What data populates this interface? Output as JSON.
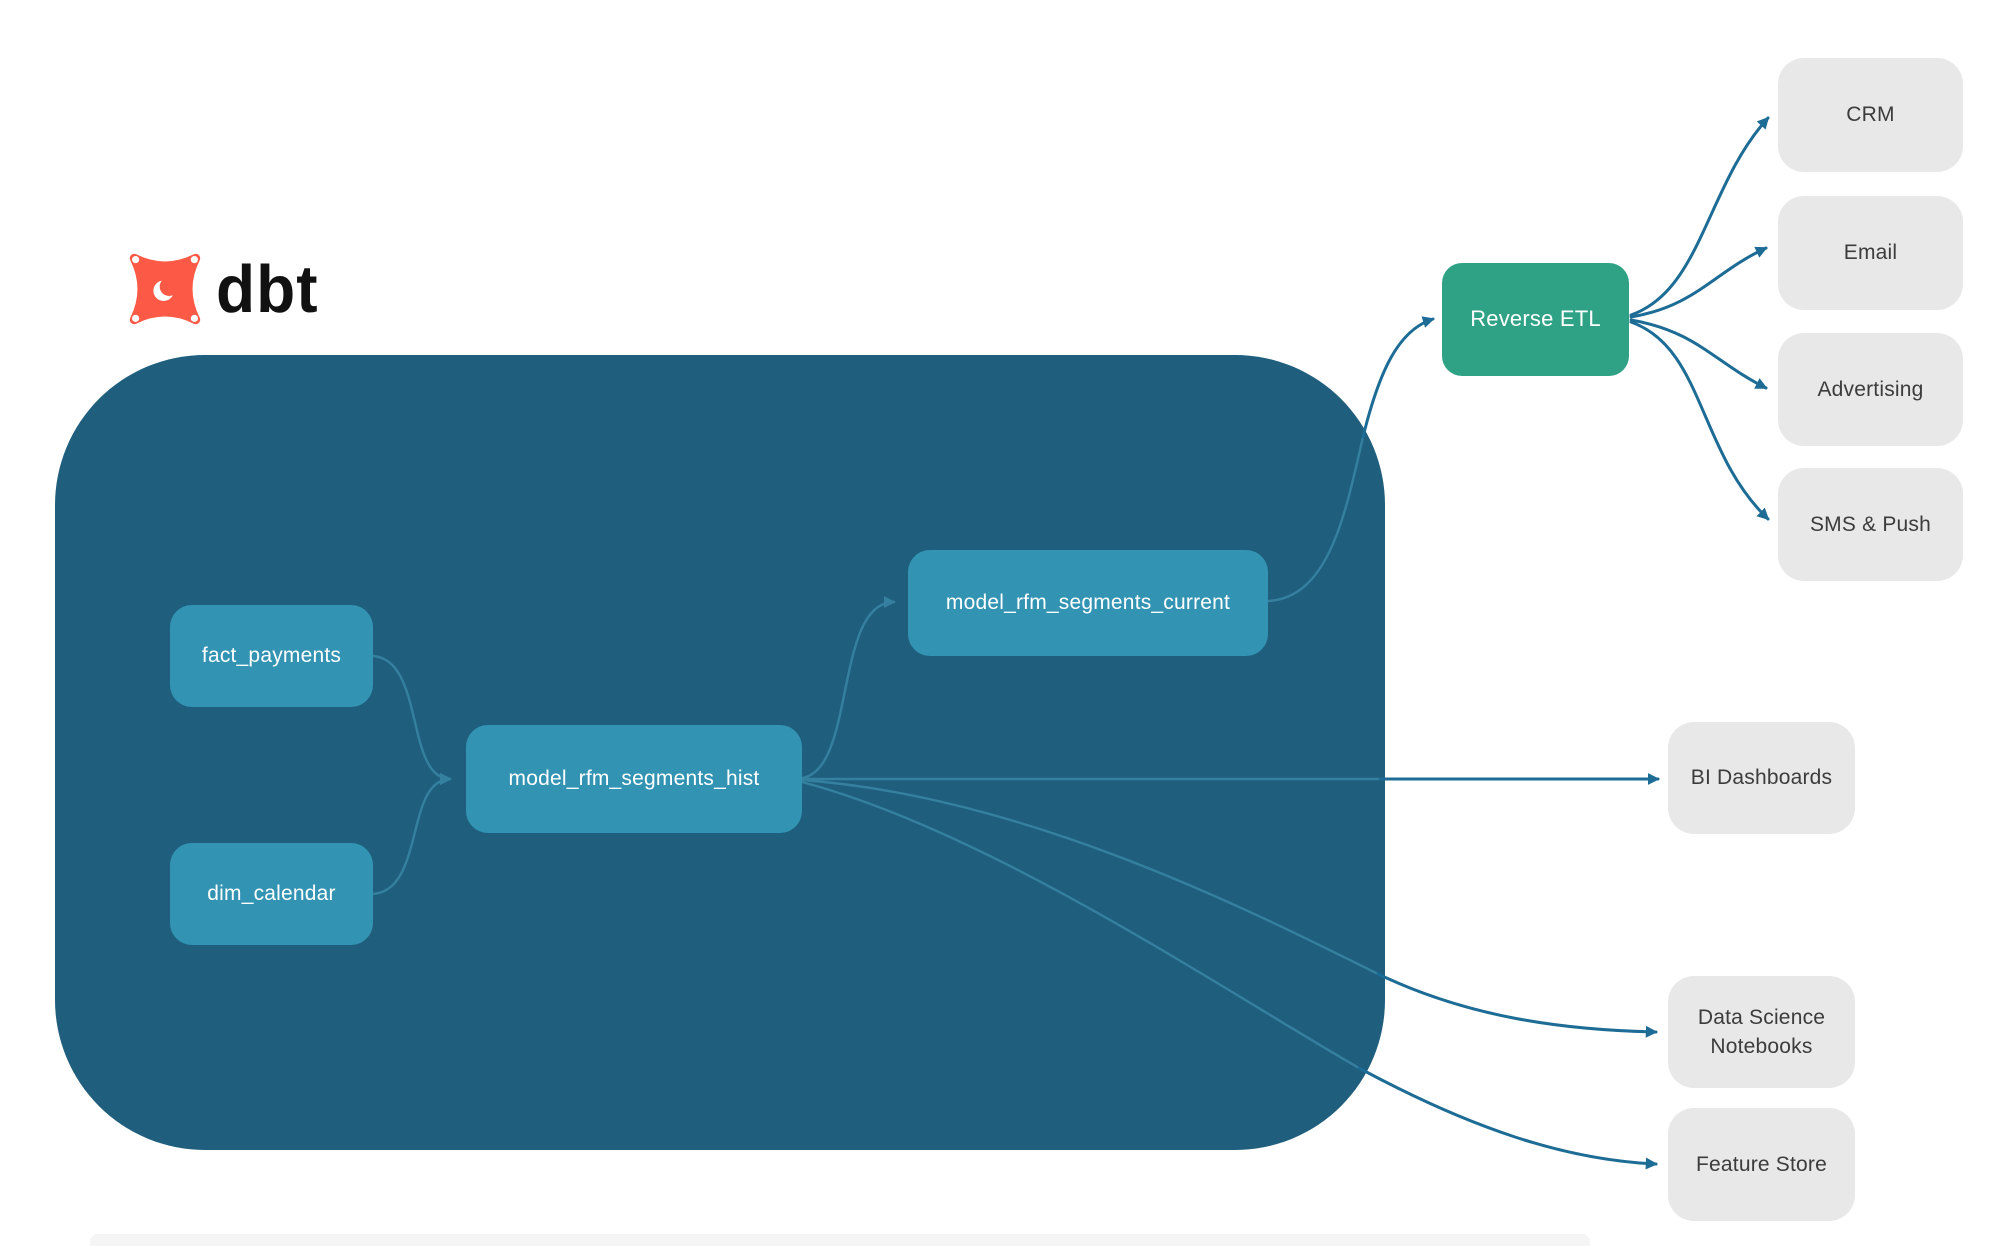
{
  "logo": {
    "text": "dbt",
    "icon": "dbt-star-icon",
    "icon_color": "#fc5a46",
    "text_color": "#111111"
  },
  "colors": {
    "background": "#ffffff",
    "project_container": "#1f5e7d",
    "model_node": "#3293b3",
    "reverse_etl_node": "#2fa285",
    "destination_node": "#e8e8e8",
    "destination_text": "#3c3c3c",
    "edge_inside": "#35809f",
    "edge_outside": "#1d6c96"
  },
  "nodes": {
    "fact_payments": {
      "label": "fact_payments",
      "type": "model"
    },
    "dim_calendar": {
      "label": "dim_calendar",
      "type": "model"
    },
    "model_rfm_segments_hist": {
      "label": "model_rfm_segments_hist",
      "type": "model"
    },
    "model_rfm_segments_current": {
      "label": "model_rfm_segments_current",
      "type": "model"
    },
    "reverse_etl": {
      "label": "Reverse ETL",
      "type": "tool"
    },
    "crm": {
      "label": "CRM",
      "type": "destination"
    },
    "email": {
      "label": "Email",
      "type": "destination"
    },
    "advertising": {
      "label": "Advertising",
      "type": "destination"
    },
    "sms_push": {
      "label": "SMS & Push",
      "type": "destination"
    },
    "bi_dashboards": {
      "label": "BI Dashboards",
      "type": "destination"
    },
    "data_science_notebooks": {
      "label": "Data Science Notebooks",
      "type": "destination"
    },
    "feature_store": {
      "label": "Feature Store",
      "type": "destination"
    }
  },
  "edges": [
    {
      "from": "fact_payments",
      "to": "model_rfm_segments_hist"
    },
    {
      "from": "dim_calendar",
      "to": "model_rfm_segments_hist"
    },
    {
      "from": "model_rfm_segments_hist",
      "to": "model_rfm_segments_current"
    },
    {
      "from": "model_rfm_segments_hist",
      "to": "bi_dashboards"
    },
    {
      "from": "model_rfm_segments_hist",
      "to": "data_science_notebooks"
    },
    {
      "from": "model_rfm_segments_hist",
      "to": "feature_store"
    },
    {
      "from": "model_rfm_segments_current",
      "to": "reverse_etl"
    },
    {
      "from": "reverse_etl",
      "to": "crm"
    },
    {
      "from": "reverse_etl",
      "to": "email"
    },
    {
      "from": "reverse_etl",
      "to": "advertising"
    },
    {
      "from": "reverse_etl",
      "to": "sms_push"
    }
  ]
}
